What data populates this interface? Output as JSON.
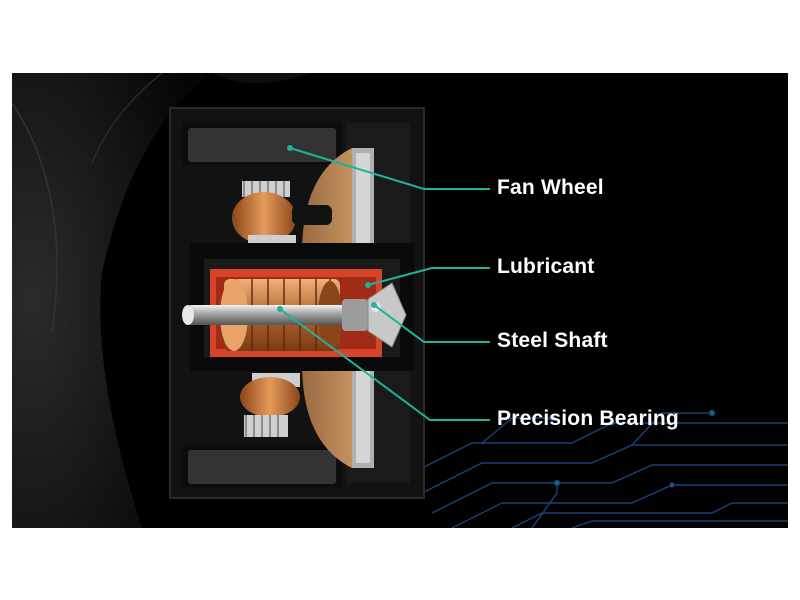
{
  "labels": {
    "fan_wheel": "Fan Wheel",
    "lubricant": "Lubricant",
    "steel_shaft": "Steel Shaft",
    "precision_bearing": "Precision Bearing"
  },
  "colors": {
    "background": "#000000",
    "leader_line": "#1fb39a",
    "housing": "#141414",
    "copper": "#c8773f",
    "lubricant": "#d8442a",
    "fan_disc": "#b98458",
    "circuit": "#1e4f8c"
  }
}
